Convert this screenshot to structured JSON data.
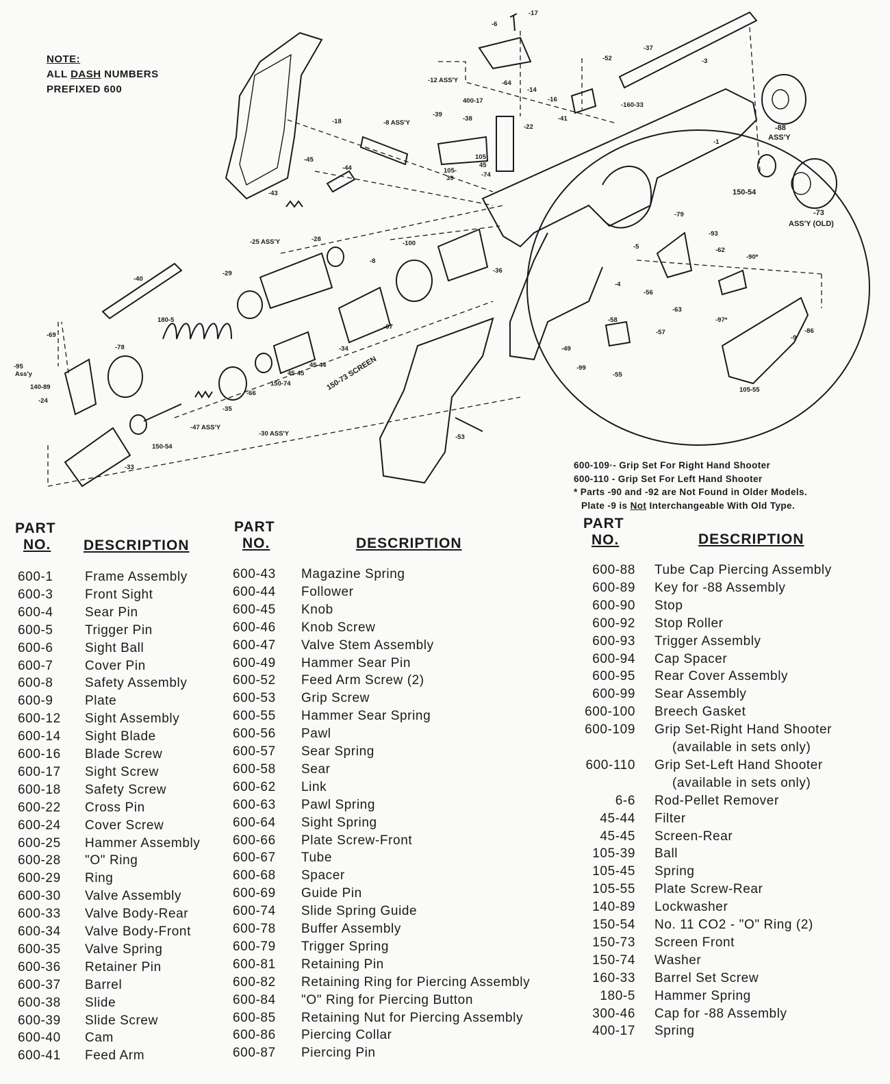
{
  "note": {
    "line1": "NOTE:",
    "line2_a": "ALL ",
    "line2_b": "DASH",
    "line2_c": " NUMBERS",
    "line3": "PREFIXED 600"
  },
  "callouts": [
    {
      "id": "c17",
      "text": "-17"
    },
    {
      "id": "c6",
      "text": "-6"
    },
    {
      "id": "c37",
      "text": "-37"
    },
    {
      "id": "c3",
      "text": "-3"
    },
    {
      "id": "c52",
      "text": "-52"
    },
    {
      "id": "c12",
      "text": "-12 ASS'Y"
    },
    {
      "id": "c64",
      "text": "-64"
    },
    {
      "id": "c14",
      "text": "-14"
    },
    {
      "id": "c16",
      "text": "-16"
    },
    {
      "id": "c40017",
      "text": "400-17"
    },
    {
      "id": "c41",
      "text": "-41"
    },
    {
      "id": "c16033",
      "text": "-160-33"
    },
    {
      "id": "c88",
      "text": "-88"
    },
    {
      "id": "c88a",
      "text": "ASS'Y"
    },
    {
      "id": "c18",
      "text": "-18"
    },
    {
      "id": "c8",
      "text": "-8 ASS'Y"
    },
    {
      "id": "c39",
      "text": "-39"
    },
    {
      "id": "c38",
      "text": "-38"
    },
    {
      "id": "c22",
      "text": "-22"
    },
    {
      "id": "c105",
      "text": "105"
    },
    {
      "id": "c45b",
      "text": "45"
    },
    {
      "id": "c10539",
      "text": "105-"
    },
    {
      "id": "c39b",
      "text": "39"
    },
    {
      "id": "c74",
      "text": "-74"
    },
    {
      "id": "c1",
      "text": "-1"
    },
    {
      "id": "c45",
      "text": "-45"
    },
    {
      "id": "c44",
      "text": "-44"
    },
    {
      "id": "c43",
      "text": "-43"
    },
    {
      "id": "c15054a",
      "text": "150-54"
    },
    {
      "id": "c73",
      "text": "-73"
    },
    {
      "id": "c73a",
      "text": "ASS'Y (OLD)"
    },
    {
      "id": "c25",
      "text": "-25 ASS'Y"
    },
    {
      "id": "c28",
      "text": "-28"
    },
    {
      "id": "c100",
      "text": "-100"
    },
    {
      "id": "c79",
      "text": "-79"
    },
    {
      "id": "c93",
      "text": "-93"
    },
    {
      "id": "c5",
      "text": "-5"
    },
    {
      "id": "c62",
      "text": "-62"
    },
    {
      "id": "c90",
      "text": "-90*"
    },
    {
      "id": "c40",
      "text": "-40"
    },
    {
      "id": "c29",
      "text": "-29"
    },
    {
      "id": "c8b",
      "text": "-8"
    },
    {
      "id": "c36",
      "text": "-36"
    },
    {
      "id": "c4",
      "text": "-4"
    },
    {
      "id": "c56",
      "text": "-56"
    },
    {
      "id": "c63",
      "text": "-63"
    },
    {
      "id": "c97",
      "text": "-97*"
    },
    {
      "id": "c69",
      "text": "-69"
    },
    {
      "id": "c1805",
      "text": "180-5"
    },
    {
      "id": "c67",
      "text": "-67"
    },
    {
      "id": "c58",
      "text": "-58"
    },
    {
      "id": "c57",
      "text": "-57"
    },
    {
      "id": "c86",
      "text": "-86"
    },
    {
      "id": "c78",
      "text": "-78"
    },
    {
      "id": "c34",
      "text": "-34"
    },
    {
      "id": "c4544",
      "text": "45-44"
    },
    {
      "id": "c4545",
      "text": "45-45"
    },
    {
      "id": "c15074",
      "text": "150-74"
    },
    {
      "id": "c15073",
      "text": "150-73 SCREEN"
    },
    {
      "id": "c95",
      "text": "-95"
    },
    {
      "id": "c95a",
      "text": "Ass'y"
    },
    {
      "id": "c14089",
      "text": "140-89"
    },
    {
      "id": "c24",
      "text": "-24"
    },
    {
      "id": "c66",
      "text": "-66"
    },
    {
      "id": "c35",
      "text": "-35"
    },
    {
      "id": "c49",
      "text": "-49"
    },
    {
      "id": "c99",
      "text": "-99"
    },
    {
      "id": "c55",
      "text": "-55"
    },
    {
      "id": "c9",
      "text": "-9"
    },
    {
      "id": "c10555",
      "text": "105-55"
    },
    {
      "id": "c47",
      "text": "-47 ASS'Y"
    },
    {
      "id": "c30",
      "text": "-30 ASS'Y"
    },
    {
      "id": "c15054b",
      "text": "150-54"
    },
    {
      "id": "c53",
      "text": "-53"
    },
    {
      "id": "c33",
      "text": "-33"
    }
  ],
  "bottom_notes": {
    "l1": "600-109·- Grip Set For Right Hand Shooter",
    "l2": "600-110 - Grip Set For Left Hand Shooter",
    "l3": "* Parts -90 and -92 are Not Found in Older Models.",
    "l4a": "Plate -9 is ",
    "l4b": "Not",
    "l4c": " Interchangeable With Old Type."
  },
  "headers": {
    "part": "PART",
    "no": "NO.",
    "description": "DESCRIPTION"
  },
  "parts_col1": [
    {
      "no": "600-1",
      "desc": "Frame Assembly"
    },
    {
      "no": "600-3",
      "desc": "Front Sight"
    },
    {
      "no": "600-4",
      "desc": "Sear Pin"
    },
    {
      "no": "600-5",
      "desc": "Trigger Pin"
    },
    {
      "no": "600-6",
      "desc": "Sight Ball"
    },
    {
      "no": "600-7",
      "desc": "Cover Pin"
    },
    {
      "no": "600-8",
      "desc": "Safety Assembly"
    },
    {
      "no": "600-9",
      "desc": "Plate"
    },
    {
      "no": "600-12",
      "desc": "Sight Assembly"
    },
    {
      "no": "600-14",
      "desc": "Sight Blade"
    },
    {
      "no": "600-16",
      "desc": "Blade Screw"
    },
    {
      "no": "600-17",
      "desc": "Sight Screw"
    },
    {
      "no": "600-18",
      "desc": "Safety Screw"
    },
    {
      "no": "600-22",
      "desc": "Cross Pin"
    },
    {
      "no": "600-24",
      "desc": "Cover Screw"
    },
    {
      "no": "600-25",
      "desc": "Hammer Assembly"
    },
    {
      "no": "600-28",
      "desc": "\"O\" Ring"
    },
    {
      "no": "600-29",
      "desc": "Ring"
    },
    {
      "no": "600-30",
      "desc": "Valve Assembly"
    },
    {
      "no": "600-33",
      "desc": "Valve Body-Rear"
    },
    {
      "no": "600-34",
      "desc": "Valve Body-Front"
    },
    {
      "no": "600-35",
      "desc": "Valve Spring"
    },
    {
      "no": "600-36",
      "desc": "Retainer Pin"
    },
    {
      "no": "600-37",
      "desc": "Barrel"
    },
    {
      "no": "600-38",
      "desc": "Slide"
    },
    {
      "no": "600-39",
      "desc": "Slide Screw"
    },
    {
      "no": "600-40",
      "desc": "Cam"
    },
    {
      "no": "600-41",
      "desc": "Feed Arm"
    }
  ],
  "parts_col2": [
    {
      "no": "600-43",
      "desc": "Magazine Spring"
    },
    {
      "no": "600-44",
      "desc": "Follower"
    },
    {
      "no": "600-45",
      "desc": "Knob"
    },
    {
      "no": "600-46",
      "desc": "Knob Screw"
    },
    {
      "no": "600-47",
      "desc": "Valve Stem Assembly"
    },
    {
      "no": "600-49",
      "desc": "Hammer Sear Pin"
    },
    {
      "no": "600-52",
      "desc": "Feed Arm Screw (2)"
    },
    {
      "no": "600-53",
      "desc": "Grip Screw"
    },
    {
      "no": "600-55",
      "desc": "Hammer Sear Spring"
    },
    {
      "no": "600-56",
      "desc": "Pawl"
    },
    {
      "no": "600-57",
      "desc": "Sear Spring"
    },
    {
      "no": "600-58",
      "desc": "Sear"
    },
    {
      "no": "600-62",
      "desc": "Link"
    },
    {
      "no": "600-63",
      "desc": "Pawl Spring"
    },
    {
      "no": "600-64",
      "desc": "Sight Spring"
    },
    {
      "no": "600-66",
      "desc": "Plate Screw-Front"
    },
    {
      "no": "600-67",
      "desc": "Tube"
    },
    {
      "no": "600-68",
      "desc": "Spacer"
    },
    {
      "no": "600-69",
      "desc": "Guide Pin"
    },
    {
      "no": "600-74",
      "desc": "Slide Spring Guide"
    },
    {
      "no": "600-78",
      "desc": "Buffer Assembly"
    },
    {
      "no": "600-79",
      "desc": "Trigger Spring"
    },
    {
      "no": "600-81",
      "desc": "Retaining Pin"
    },
    {
      "no": "600-82",
      "desc": "Retaining Ring for Piercing Assembly"
    },
    {
      "no": "600-84",
      "desc": "\"O\" Ring for Piercing Button"
    },
    {
      "no": "600-85",
      "desc": "Retaining Nut for Piercing Assembly"
    },
    {
      "no": "600-86",
      "desc": "Piercing Collar"
    },
    {
      "no": "600-87",
      "desc": "Piercing Pin"
    }
  ],
  "parts_col3": [
    {
      "no": "600-88",
      "desc": "Tube Cap Piercing Assembly"
    },
    {
      "no": "600-89",
      "desc": "Key for -88 Assembly"
    },
    {
      "no": "600-90",
      "desc": "Stop"
    },
    {
      "no": "600-92",
      "desc": "Stop Roller"
    },
    {
      "no": "600-93",
      "desc": "Trigger Assembly"
    },
    {
      "no": "600-94",
      "desc": "Cap Spacer"
    },
    {
      "no": "600-95",
      "desc": "Rear Cover Assembly"
    },
    {
      "no": "600-99",
      "desc": "Sear Assembly"
    },
    {
      "no": "600-100",
      "desc": "Breech Gasket"
    },
    {
      "no": "600-109",
      "desc": "Grip Set-Right Hand Shooter"
    },
    {
      "no": "",
      "desc": "(available in sets only)"
    },
    {
      "no": "600-110",
      "desc": "Grip Set-Left Hand Shooter"
    },
    {
      "no": "",
      "desc": "(available in sets only)"
    },
    {
      "no": "6-6",
      "desc": "Rod-Pellet Remover"
    },
    {
      "no": "45-44",
      "desc": "Filter"
    },
    {
      "no": "45-45",
      "desc": "Screen-Rear"
    },
    {
      "no": "105-39",
      "desc": "Ball"
    },
    {
      "no": "105-45",
      "desc": "Spring"
    },
    {
      "no": "105-55",
      "desc": "Plate Screw-Rear"
    },
    {
      "no": "140-89",
      "desc": "Lockwasher"
    },
    {
      "no": "150-54",
      "desc": "No. 11 CO2 - \"O\" Ring (2)"
    },
    {
      "no": "150-73",
      "desc": "Screen Front"
    },
    {
      "no": "150-74",
      "desc": "Washer"
    },
    {
      "no": "160-33",
      "desc": "Barrel Set Screw"
    },
    {
      "no": "180-5",
      "desc": "Hammer Spring"
    },
    {
      "no": "300-46",
      "desc": "Cap for -88 Assembly"
    },
    {
      "no": "400-17",
      "desc": "Spring"
    }
  ]
}
